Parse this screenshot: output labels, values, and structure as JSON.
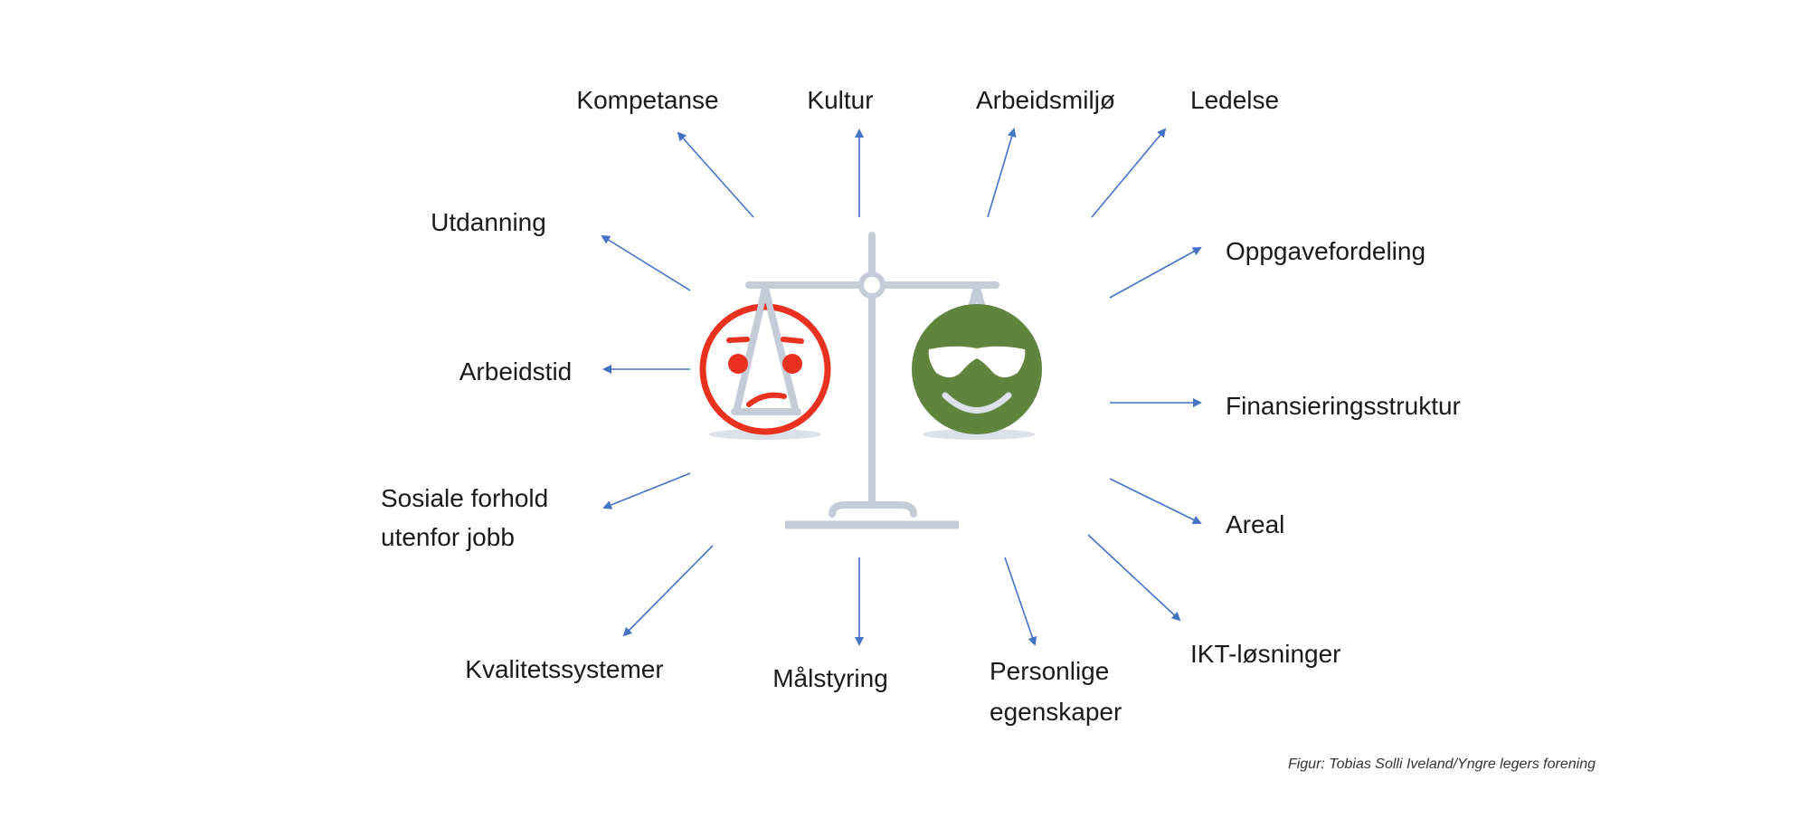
{
  "labels": {
    "kompetanse": "Kompetanse",
    "kultur": "Kultur",
    "arbeidsmiljo": "Arbeidsmiljø",
    "ledelse": "Ledelse",
    "utdanning": "Utdanning",
    "oppgavefordeling": "Oppgavefordeling",
    "arbeidstid": "Arbeidstid",
    "finansieringsstruktur": "Finansieringsstruktur",
    "sosiale_1": "Sosiale forhold",
    "sosiale_2": "utenfor jobb",
    "areal": "Areal",
    "kvalitetssystemer": "Kvalitetssystemer",
    "malstyring": "Målstyring",
    "personlige_1": "Personlige",
    "personlige_2": "egenskaper",
    "ikt": "IKT-løsninger"
  },
  "caption": "Figur: Tobias Solli Iveland/Yngre legers forening",
  "colors": {
    "arrow": "#4472c4",
    "scale": "#c5ccd8",
    "sad": "#e8321f",
    "happy": "#5f843e"
  }
}
